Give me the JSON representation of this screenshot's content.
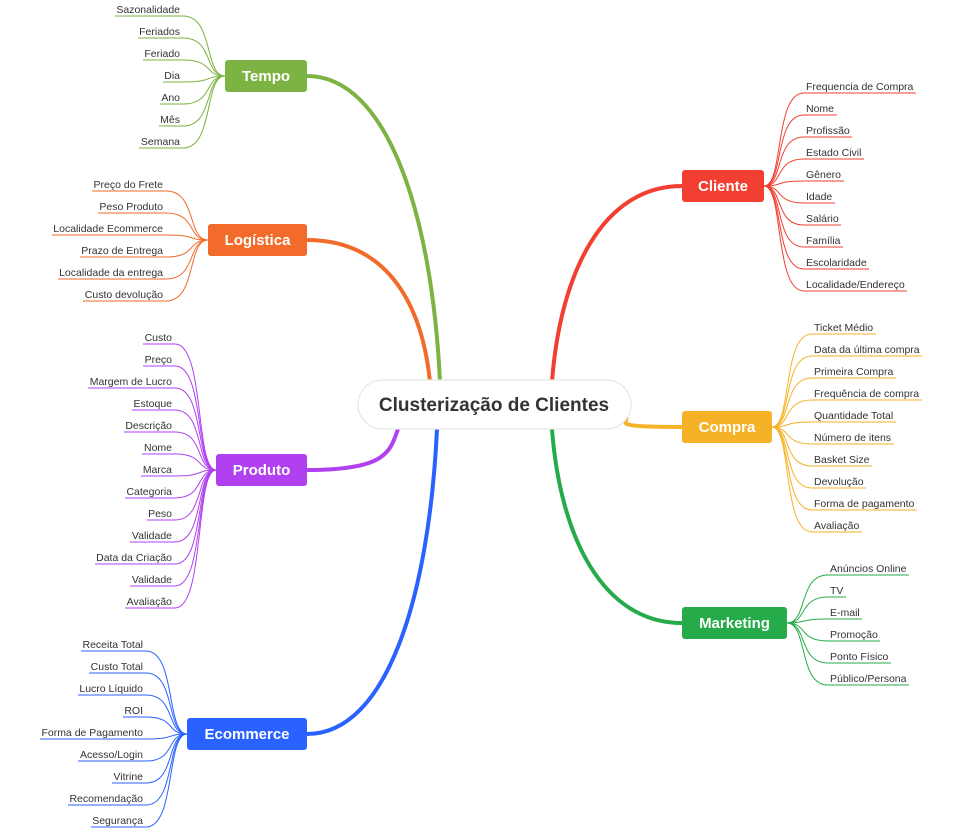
{
  "central": {
    "label": "Clusterização de Clientes"
  },
  "branches": [
    {
      "id": "tempo",
      "label": "Tempo",
      "color": "#7cb342",
      "items": [
        "Sazonalidade",
        "Feriados",
        "Feriado",
        "Dia",
        "Ano",
        "Mês",
        "Semana"
      ]
    },
    {
      "id": "logistica",
      "label": "Logística",
      "color": "#f26b2a",
      "items": [
        "Preço do Frete",
        "Peso Produto",
        "Localidade Ecommerce",
        "Prazo de Entrega",
        "Localidade da entrega",
        "Custo devolução"
      ]
    },
    {
      "id": "produto",
      "label": "Produto",
      "color": "#b040f0",
      "items": [
        "Custo",
        "Preço",
        "Margem de Lucro",
        "Estoque",
        "Descrição",
        "Nome",
        "Marca",
        "Categoria",
        "Peso",
        "Validade",
        "Data da Criação",
        "Validade",
        "Avaliação"
      ]
    },
    {
      "id": "ecommerce",
      "label": "Ecommerce",
      "color": "#2962ff",
      "items": [
        "Receita Total",
        "Custo Total",
        "Lucro Líquido",
        "ROI",
        "Forma de Pagamento",
        "Acesso/Login",
        "Vitrine",
        "Recomendação",
        "Segurança"
      ]
    },
    {
      "id": "cliente",
      "label": "Cliente",
      "color": "#f23f31",
      "items": [
        "Frequencia de Compra",
        "Nome",
        "Profissão",
        "Estado Civil",
        "Gênero",
        "Idade",
        "Salário",
        "Família",
        "Escolaridade",
        "Localidade/Endereço"
      ]
    },
    {
      "id": "compra",
      "label": "Compra",
      "color": "#f5b226",
      "items": [
        "Ticket Médio",
        "Data da última compra",
        "Primeira Compra",
        "Frequência de compra",
        "Quantidade Total",
        "Número de itens",
        "Basket Size",
        "Devolução",
        "Forma de pagamento",
        "Avaliação"
      ]
    },
    {
      "id": "marketing",
      "label": "Marketing",
      "color": "#26ab4b",
      "items": [
        "Anúncios Online",
        "TV",
        "E-mail",
        "Promoção",
        "Ponto Físico",
        "Público/Persona"
      ]
    }
  ]
}
